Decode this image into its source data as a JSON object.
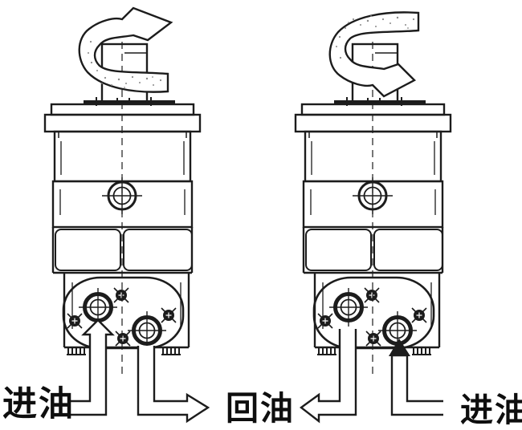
{
  "labels": {
    "left_oil_inlet": "进油",
    "oil_return": "回油",
    "right_oil_inlet": "进油"
  },
  "icons": {
    "left_rotation_arrow": "curved-rotation-arrow-cw",
    "right_rotation_arrow": "curved-rotation-arrow-ccw",
    "left_inlet_flow": "open-arrow-up-into-left-port",
    "left_return_flow": "open-arrow-right-to-return",
    "right_return_flow": "open-arrow-left-to-return",
    "right_inlet_flow": "filled-arrow-up-into-right-port"
  },
  "colors": {
    "line": "#1c1c1c",
    "background": "#ffffff",
    "stipple": "#8a8a8a",
    "tube_fill": "#ffffff"
  }
}
